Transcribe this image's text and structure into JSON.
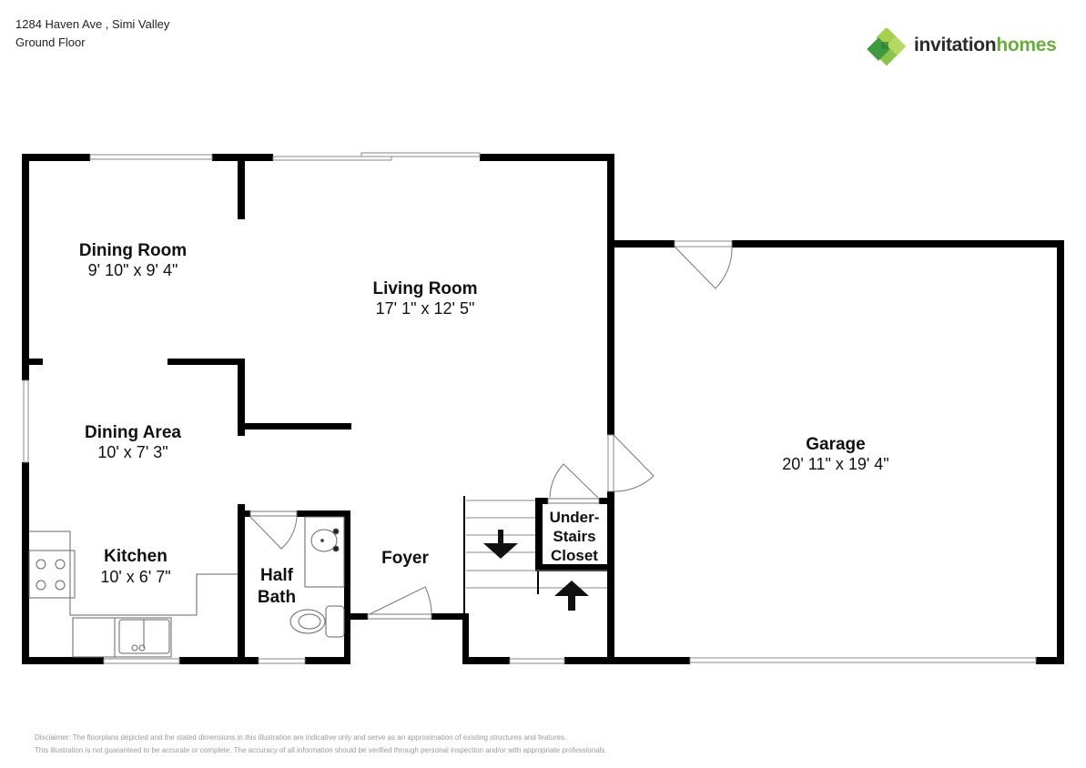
{
  "header": {
    "address": "1284 Haven Ave , Simi Valley",
    "floor": "Ground Floor"
  },
  "logo": {
    "word1": "invitation",
    "word2": "homes",
    "colors": {
      "dark": "#2b2b2b",
      "green": "#6aad3c",
      "leaf_light": "#a6cf4f",
      "leaf_dark": "#3f9a3f"
    }
  },
  "rooms": {
    "dining_room": {
      "name": "Dining Room",
      "dims": "9' 10\" x 9' 4\""
    },
    "living_room": {
      "name": "Living Room",
      "dims": "17' 1\" x 12' 5\""
    },
    "dining_area": {
      "name": "Dining Area",
      "dims": "10' x 7' 3\""
    },
    "kitchen": {
      "name": "Kitchen",
      "dims": "10' x 6' 7\""
    },
    "half_bath": {
      "name_line1": "Half",
      "name_line2": "Bath"
    },
    "foyer": {
      "name": "Foyer"
    },
    "closet": {
      "name_line1": "Under-",
      "name_line2": "Stairs",
      "name_line3": "Closet"
    },
    "garage": {
      "name": "Garage",
      "dims": "20' 11\" x 19' 4\""
    }
  },
  "disclaimer": {
    "line1": "Disclaimer: The floorplans depicted and the stated dimensions in this illustration are indicative only and serve as an approximation of existing structures and features.",
    "line2": "This illustration is not guaranteed to be accurate or complete. The accuracy of all information should be verified through personal inspection and/or with appropriate professionals."
  }
}
